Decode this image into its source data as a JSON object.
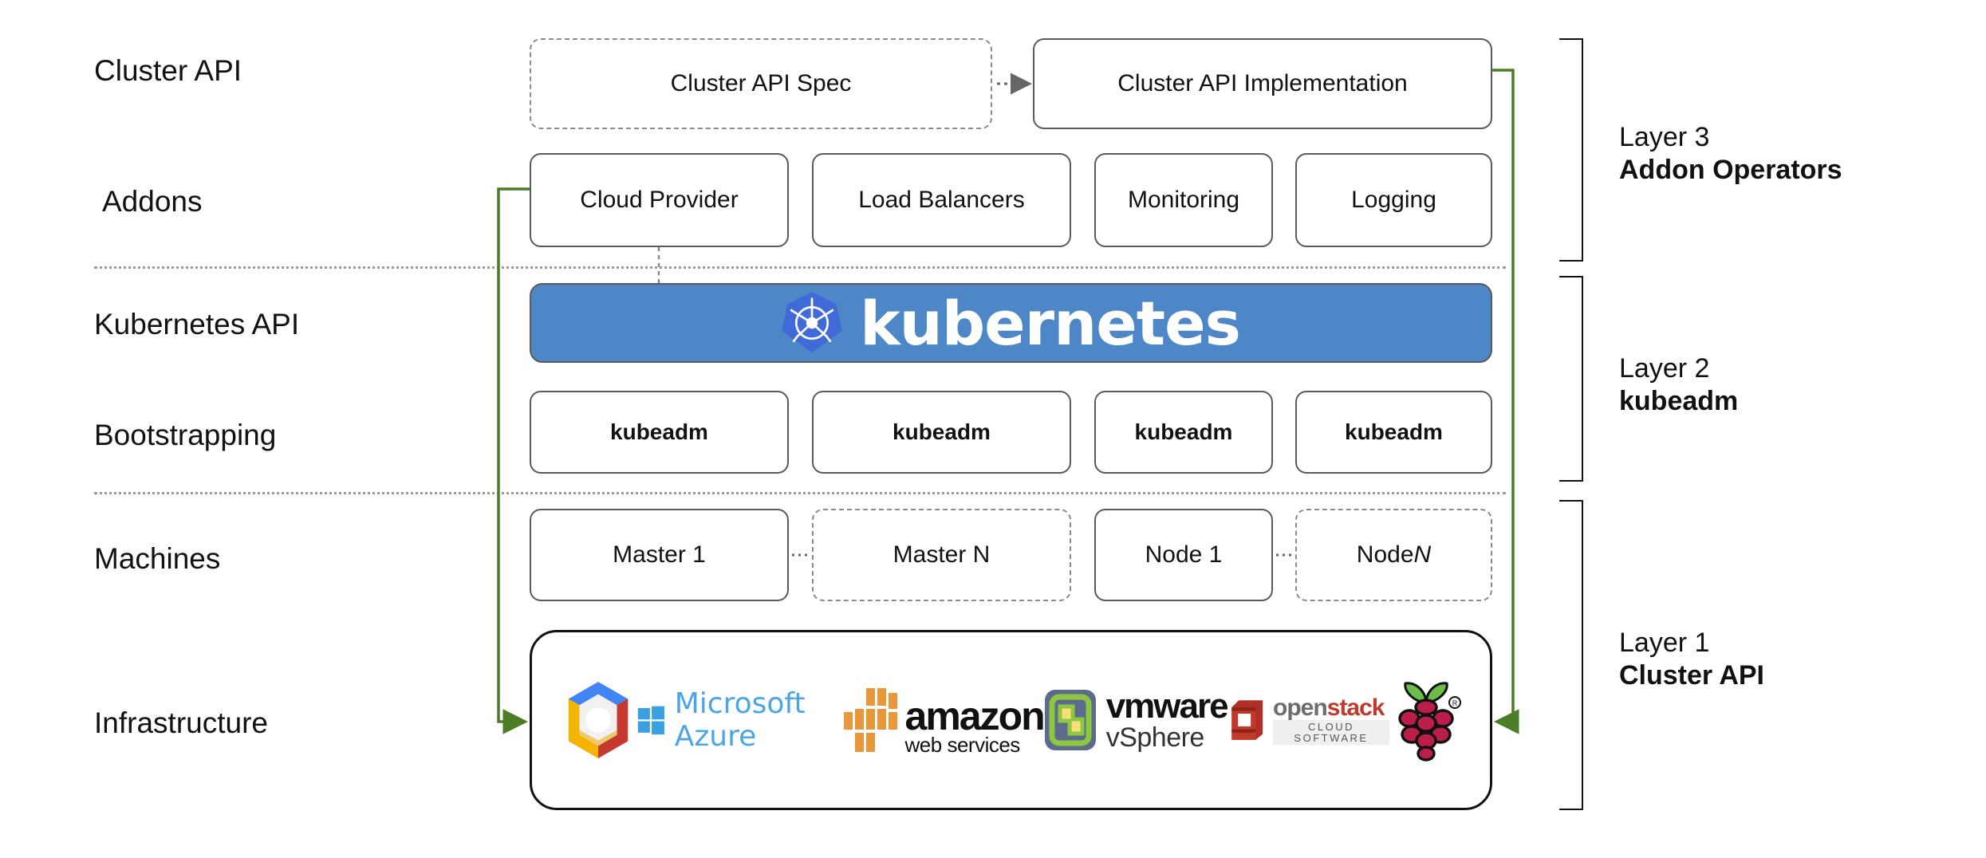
{
  "diagram": {
    "title": "Kubernetes Cluster API layered architecture",
    "accent_green": "#4a7d26",
    "kubernetes_blue": "#4e87c7",
    "kubernetes_logo_blue": "#3f6ad8",
    "border_gray": "#5a5a5a",
    "separator_gray": "#9a9a9a"
  },
  "row_labels": [
    {
      "text": "Cluster API"
    },
    {
      "text": "Addons"
    },
    {
      "text": "Kubernetes API"
    },
    {
      "text": "Bootstrapping"
    },
    {
      "text": "Machines"
    },
    {
      "text": "Infrastructure"
    }
  ],
  "cluster_api_row": {
    "spec": {
      "label": "Cluster API Spec",
      "style": "dashed"
    },
    "implementation": {
      "label": "Cluster API Implementation",
      "style": "solid"
    },
    "connector": "dotted-arrow-right"
  },
  "addons_row": [
    {
      "label": "Cloud Provider"
    },
    {
      "label": "Load Balancers"
    },
    {
      "label": "Monitoring"
    },
    {
      "label": "Logging"
    }
  ],
  "kubernetes_banner": {
    "wordmark": "kubernetes",
    "logo_name": "kubernetes-helm-wheel-icon"
  },
  "bootstrapping_row": [
    {
      "label": "kubeadm"
    },
    {
      "label": "kubeadm"
    },
    {
      "label": "kubeadm"
    },
    {
      "label": "kubeadm"
    }
  ],
  "machines_row": [
    {
      "label": "Master 1",
      "style": "solid",
      "italic_suffix": ""
    },
    {
      "label": "Master N",
      "style": "dashed",
      "italic_suffix": ""
    },
    {
      "label": "Node 1",
      "style": "solid",
      "italic_suffix": ""
    },
    {
      "label": "Node ",
      "style": "dashed",
      "italic_suffix": "N"
    }
  ],
  "infrastructure_row": {
    "providers": [
      {
        "name": "google-cloud-platform-logo",
        "text": ""
      },
      {
        "name": "microsoft-azure-logo",
        "text": "Microsoft Azure"
      },
      {
        "name": "amazon-web-services-logo",
        "text": "amazon",
        "subtext": "web services"
      },
      {
        "name": "vmware-vsphere-logo",
        "text": "vmware",
        "subtext": "vSphere"
      },
      {
        "name": "openstack-logo",
        "text_a": "open",
        "text_b": "stack",
        "subtext": "CLOUD SOFTWARE"
      },
      {
        "name": "raspberry-pi-logo",
        "text": ""
      }
    ]
  },
  "layers": [
    {
      "number": "Layer 3",
      "name": "Addon Operators"
    },
    {
      "number": "Layer 2",
      "name": "kubeadm"
    },
    {
      "number": "Layer 1",
      "name": "Cluster API"
    }
  ]
}
